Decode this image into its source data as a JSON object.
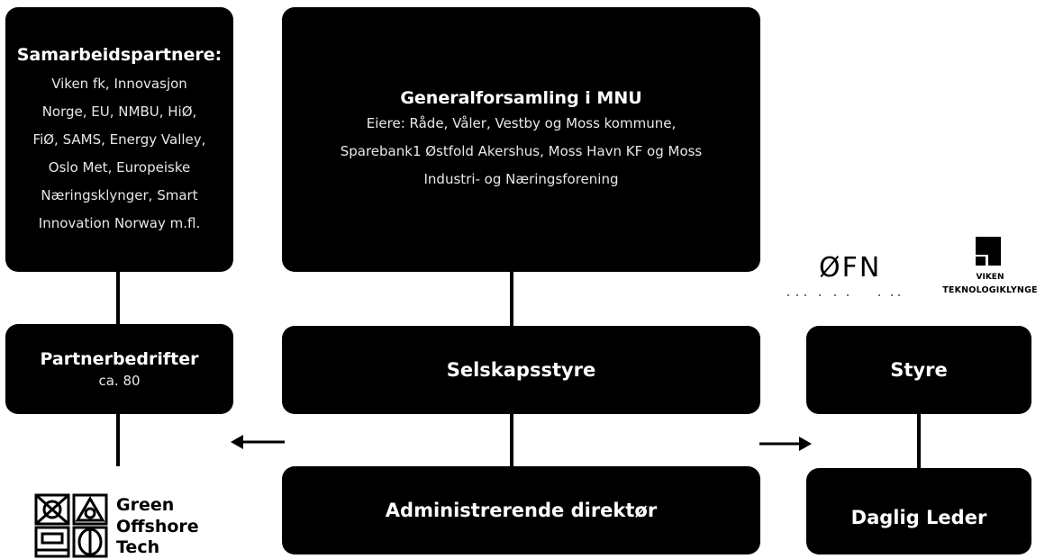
{
  "boxes": {
    "partners_top": {
      "title": "Samarbeidspartnere:",
      "lines": [
        "Viken fk, Innovasjon",
        "Norge, EU, NMBU, HiØ,",
        "FiØ, SAMS, Energy Valley,",
        "Oslo Met, Europeiske",
        "Næringsklynger, Smart",
        "Innovation Norway m.fl."
      ]
    },
    "general_assembly": {
      "title": "Generalforsamling i MNU",
      "lines": [
        "Eiere: Råde, Våler, Vestby og Moss kommune,",
        "Sparebank1 Østfold Akershus, Moss Havn KF og Moss",
        "Industri- og Næringsforening"
      ]
    },
    "partner_companies": {
      "title": "Partnerbedrifter",
      "subtitle": "ca. 80"
    },
    "board_main": {
      "title": "Selskapsstyre"
    },
    "ceo": {
      "title": "Administrerende direktør"
    },
    "board_right": {
      "title": "Styre"
    },
    "manager_right": {
      "title": "Daglig Leder"
    }
  },
  "logos": {
    "ofn": {
      "text": "ØFN"
    },
    "viken": {
      "line1": "VIKEN",
      "line2": "TEKNOLOGIKLYNGE"
    },
    "green_offshore": {
      "line1": "Green",
      "line2": "Offshore",
      "line3": "Tech"
    }
  }
}
